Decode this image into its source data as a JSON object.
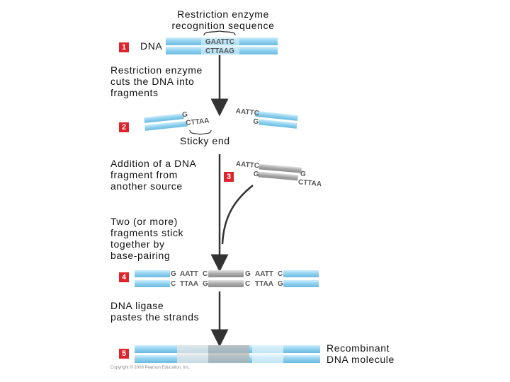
{
  "labels": {
    "recognition": "Restriction enzyme\nrecognition sequence",
    "dna": "DNA",
    "cuts": "Restriction enzyme\ncuts the DNA into\nfragments",
    "sticky_end": "Sticky end",
    "addition": "Addition of a DNA\nfragment from\nanother source",
    "base_pairing": "Two (or more)\nfragments stick\ntogether by\nbase-pairing",
    "ligase": "DNA ligase\npastes the strands",
    "recombinant": "Recombinant\nDNA molecule",
    "copyright": "Copyright © 2009 Pearson Education, Inc."
  },
  "steps": [
    "1",
    "2",
    "3",
    "4",
    "5"
  ],
  "sequences": {
    "step1_top": "GAATTC",
    "step1_bottom": "CTTAAG",
    "step2_left_top": "G",
    "step2_left_bottom": "CTTAA",
    "step2_right_top": "AATTC",
    "step2_right_bottom": "G",
    "step3_top_left": "AATTC",
    "step3_bottom_left": "G",
    "step3_top_right": "G",
    "step3_bottom_right": "CTTAA",
    "step4_top_a": "G",
    "step4_top_b": "AATT",
    "step4_top_c": "C",
    "step4_bottom_a": "C",
    "step4_bottom_b": "TTAA",
    "step4_bottom_c": "G",
    "step4_top_d": "G",
    "step4_top_e": "AATT",
    "step4_top_f": "C",
    "step4_bottom_d": "C",
    "step4_bottom_e": "TTAA",
    "step4_bottom_f": "G"
  },
  "colors": {
    "dna_blue": "#8fd0ef",
    "dna_blue_light": "#cdeefb",
    "foreign_gray": "#a9a9a9",
    "foreign_gray_light": "#d6d6d6",
    "arrow": "#333333",
    "badge": "#e0242b"
  }
}
